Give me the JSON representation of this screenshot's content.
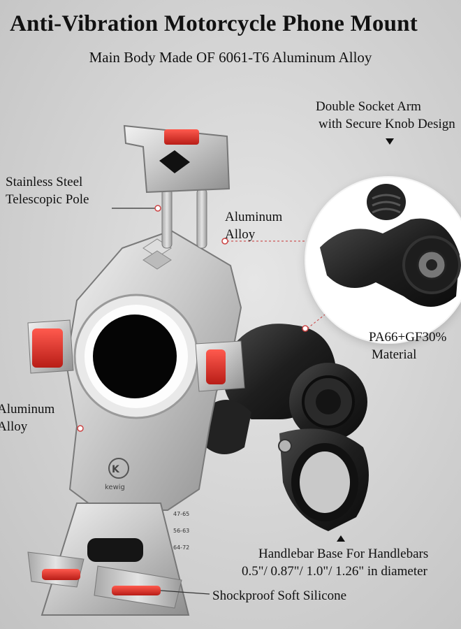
{
  "header": {
    "title": "Anti-Vibration Motorcycle Phone Mount",
    "subtitle": "Main Body Made OF 6061-T6 Aluminum Alloy"
  },
  "callouts": {
    "double_socket_arm": [
      "Double Socket Arm",
      "with Secure Knob Design"
    ],
    "telescopic_pole": [
      "Stainless Steel",
      "Telescopic Pole"
    ],
    "aluminum_alloy_top": [
      "Aluminum",
      "Alloy"
    ],
    "pa66_material": [
      "PA66+GF30%",
      "Material"
    ],
    "aluminum_alloy_left": [
      "Aluminum",
      "Alloy"
    ],
    "handlebar_base": [
      "Handlebar Base For Handlebars",
      "0.5\"/ 0.87\"/ 1.0\"/ 1.26\" in diameter"
    ],
    "silicone": "Shockproof Soft Silicone"
  },
  "product": {
    "brand_logo_text": "kewig",
    "size_marks": [
      "47-65",
      "56-63",
      "64-72"
    ]
  },
  "colors": {
    "accent_red": "#e8312a",
    "aluminum_silver": "#c8c8c8",
    "nylon_black": "#1c1c1c",
    "callout_red": "#d44"
  }
}
